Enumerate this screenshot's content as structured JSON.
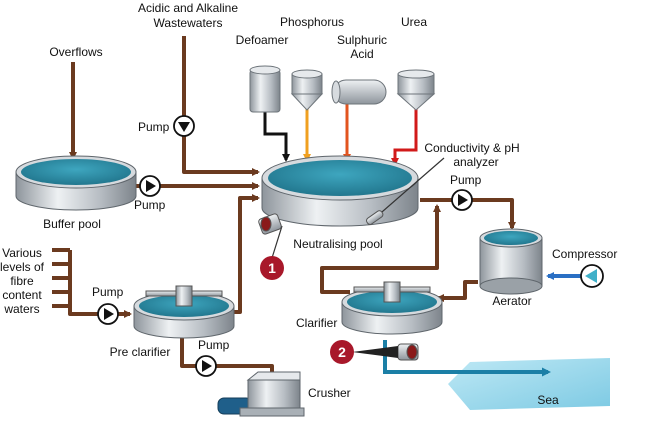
{
  "labels": {
    "acidic": [
      "Acidic and Alkaline",
      "Wastewaters"
    ],
    "overflows": "Overflows",
    "defoamer": "Defoamer",
    "phosphorus": "Phosphorus",
    "sulphuric": [
      "Sulphuric",
      "Acid"
    ],
    "urea": "Urea",
    "pump_top": "Pump",
    "buffer_pool": "Buffer pool",
    "pump_buffer": "Pump",
    "conductivity": [
      "Conductivity & pH",
      "analyzer"
    ],
    "pump_right": "Pump",
    "neutralising_pool": "Neutralising pool",
    "compressor": "Compressor",
    "aerator": "Aerator",
    "fibre": [
      "Various",
      "levels of",
      "fibre",
      "content",
      "waters"
    ],
    "pump_left": "Pump",
    "pre_clarifier": "Pre clarifier",
    "pump_bottom": "Pump",
    "clarifier": "Clarifier",
    "crusher": "Crusher",
    "sea": "Sea"
  },
  "badges": {
    "one": "1",
    "two": "2"
  },
  "colors": {
    "pipe": "#6b3a1f",
    "water": "#2f8fa8",
    "water_dark": "#1e6f86",
    "steel": "#c9ced3",
    "badge": "#a8182a",
    "acid_pipe": "#e2541f",
    "phosphorus_pipe": "#f0a020",
    "urea_pipe": "#d11a1a",
    "defoamer_pipe": "#111111",
    "compressor_pipe": "#2a6fc4",
    "sea": "#8fd3ea"
  }
}
